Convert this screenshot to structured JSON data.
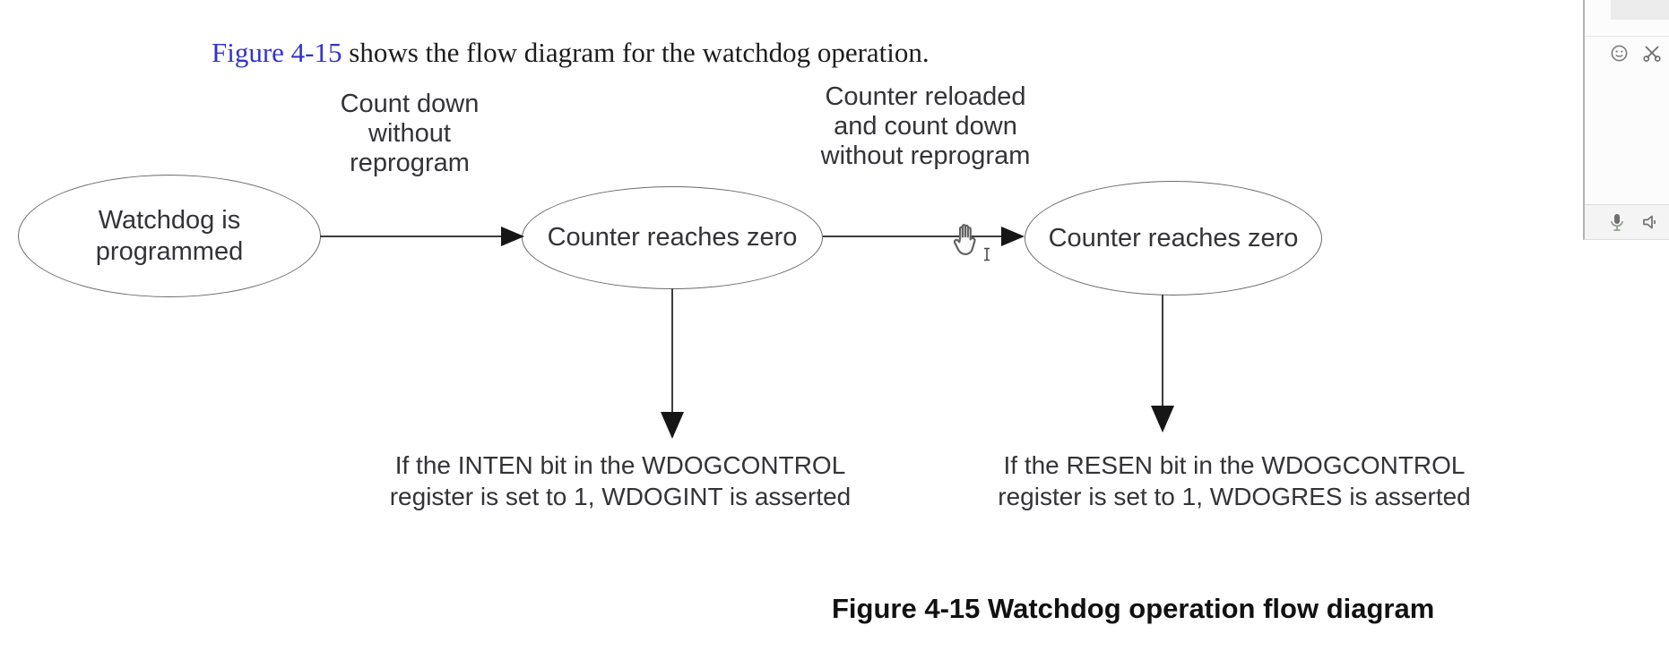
{
  "intro": {
    "link": "Figure 4-15",
    "text": " shows the flow diagram for the watchdog operation."
  },
  "diagram": {
    "node_watchdog_programmed": "Watchdog is\nprogrammed",
    "node_counter_zero_1": "Counter reaches zero",
    "node_counter_zero_2": "Counter reaches zero",
    "edge_label_1": "Count down\nwithout\nreprogram",
    "edge_label_2": "Counter reloaded\nand count down\nwithout reprogram",
    "note_inten": "If the INTEN bit in the WDOGCONTROL\nregister is set to 1, WDOGINT is asserted",
    "note_resen": "If the RESEN bit in the WDOGCONTROL\nregister is set to 1, WDOGRES is asserted",
    "caption": "Figure 4-15 Watchdog operation flow diagram"
  },
  "side_panel": {
    "icons_top": [
      "emoji-icon",
      "scissors-icon"
    ],
    "icons_bottom": [
      "microphone-icon",
      "speaker-icon"
    ]
  },
  "colors": {
    "link_blue": "#3333cc",
    "diagram_text": "#333338",
    "arrow_black": "#161616",
    "panel_border_gray": "#b3b3b3"
  }
}
